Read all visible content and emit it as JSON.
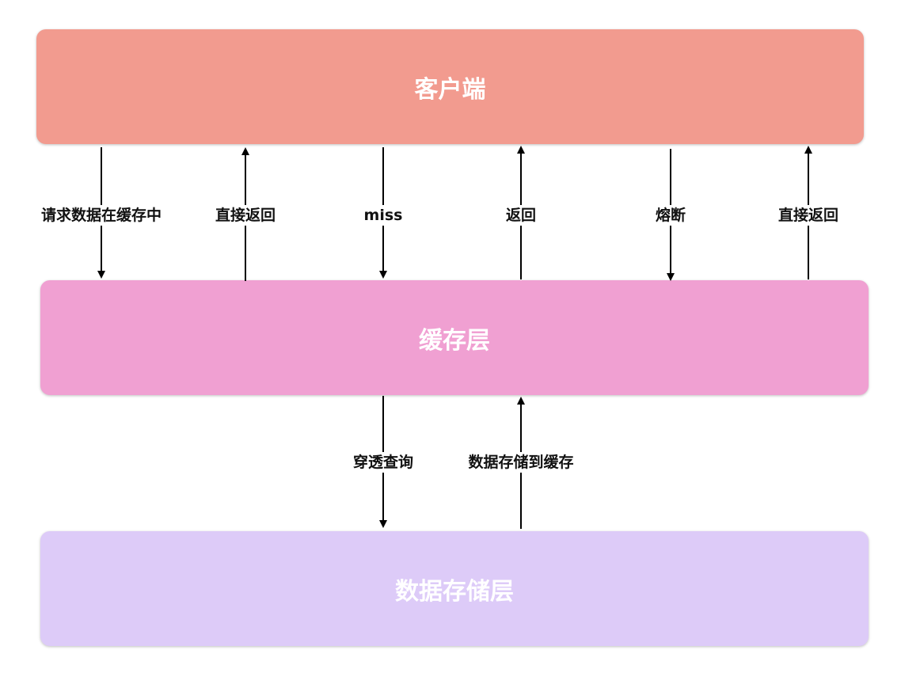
{
  "colors": {
    "client": "#f29b8f",
    "cache": "#f0a0d2",
    "storage": "#ddcbf8",
    "arrow": "#000000"
  },
  "layers": {
    "client": "客户端",
    "cache": "缓存层",
    "storage": "数据存储层"
  },
  "arrows": [
    {
      "id": "request",
      "label": "请求数据在缓存中",
      "from": "client",
      "to": "cache"
    },
    {
      "id": "return-direct-1",
      "label": "直接返回",
      "from": "cache",
      "to": "client"
    },
    {
      "id": "miss",
      "label": "miss",
      "from": "client",
      "to": "cache"
    },
    {
      "id": "return",
      "label": "返回",
      "from": "cache",
      "to": "client"
    },
    {
      "id": "circuit-break",
      "label": "熔断",
      "from": "client",
      "to": "cache"
    },
    {
      "id": "return-direct-2",
      "label": "直接返回",
      "from": "cache",
      "to": "client"
    },
    {
      "id": "penetrate-query",
      "label": "穿透查询",
      "from": "cache",
      "to": "storage"
    },
    {
      "id": "store-to-cache",
      "label": "数据存储到缓存",
      "from": "storage",
      "to": "cache"
    }
  ]
}
